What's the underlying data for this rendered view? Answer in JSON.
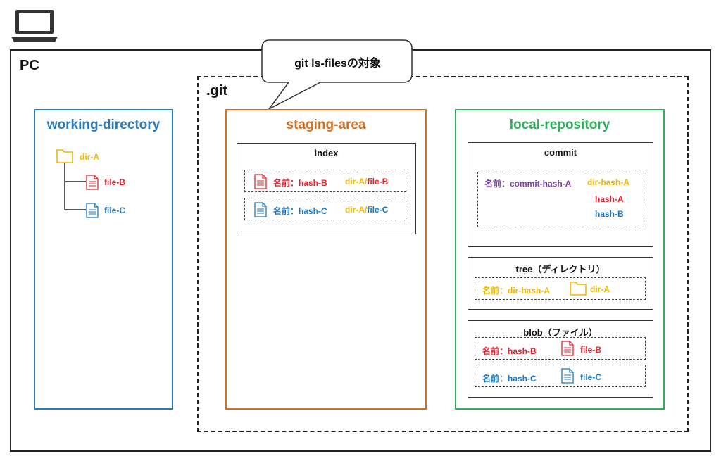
{
  "labels": {
    "pc": "PC",
    "git": ".git",
    "callout": "git ls-filesの対象"
  },
  "working_directory": {
    "title": "working-directory",
    "dir": "dir-A",
    "files": [
      "file-B",
      "file-C"
    ]
  },
  "staging_area": {
    "title": "staging-area",
    "index": {
      "title": "index",
      "entries": [
        {
          "name": "名前：hash-B",
          "dir": "dir-A",
          "sep": "/",
          "file": "file-B"
        },
        {
          "name": "名前：hash-C",
          "dir": "dir-A",
          "sep": "/",
          "file": "file-C"
        }
      ]
    }
  },
  "local_repository": {
    "title": "local-repository",
    "commit": {
      "title": "commit",
      "name": "名前：commit-hash-A",
      "tree": "dir-hash-A",
      "blobs": [
        "hash-A",
        "hash-B"
      ]
    },
    "tree": {
      "title": "tree（ディレクトリ）",
      "name": "名前：dir-hash-A",
      "dir": "dir-A"
    },
    "blob": {
      "title": "blob（ファイル）",
      "entries": [
        {
          "name": "名前：hash-B",
          "file": "file-B"
        },
        {
          "name": "名前：hash-C",
          "file": "file-C"
        }
      ]
    }
  },
  "colors": {
    "working_directory": "#2a7ab8",
    "staging_area": "#d87024",
    "local_repository": "#2cb25a",
    "dir": "#f2b800",
    "file_b": "#e8232f",
    "file_c": "#1f7ac4",
    "commit": "#7a3fa8"
  },
  "icons": [
    "laptop-icon",
    "folder-icon",
    "document-icon"
  ]
}
